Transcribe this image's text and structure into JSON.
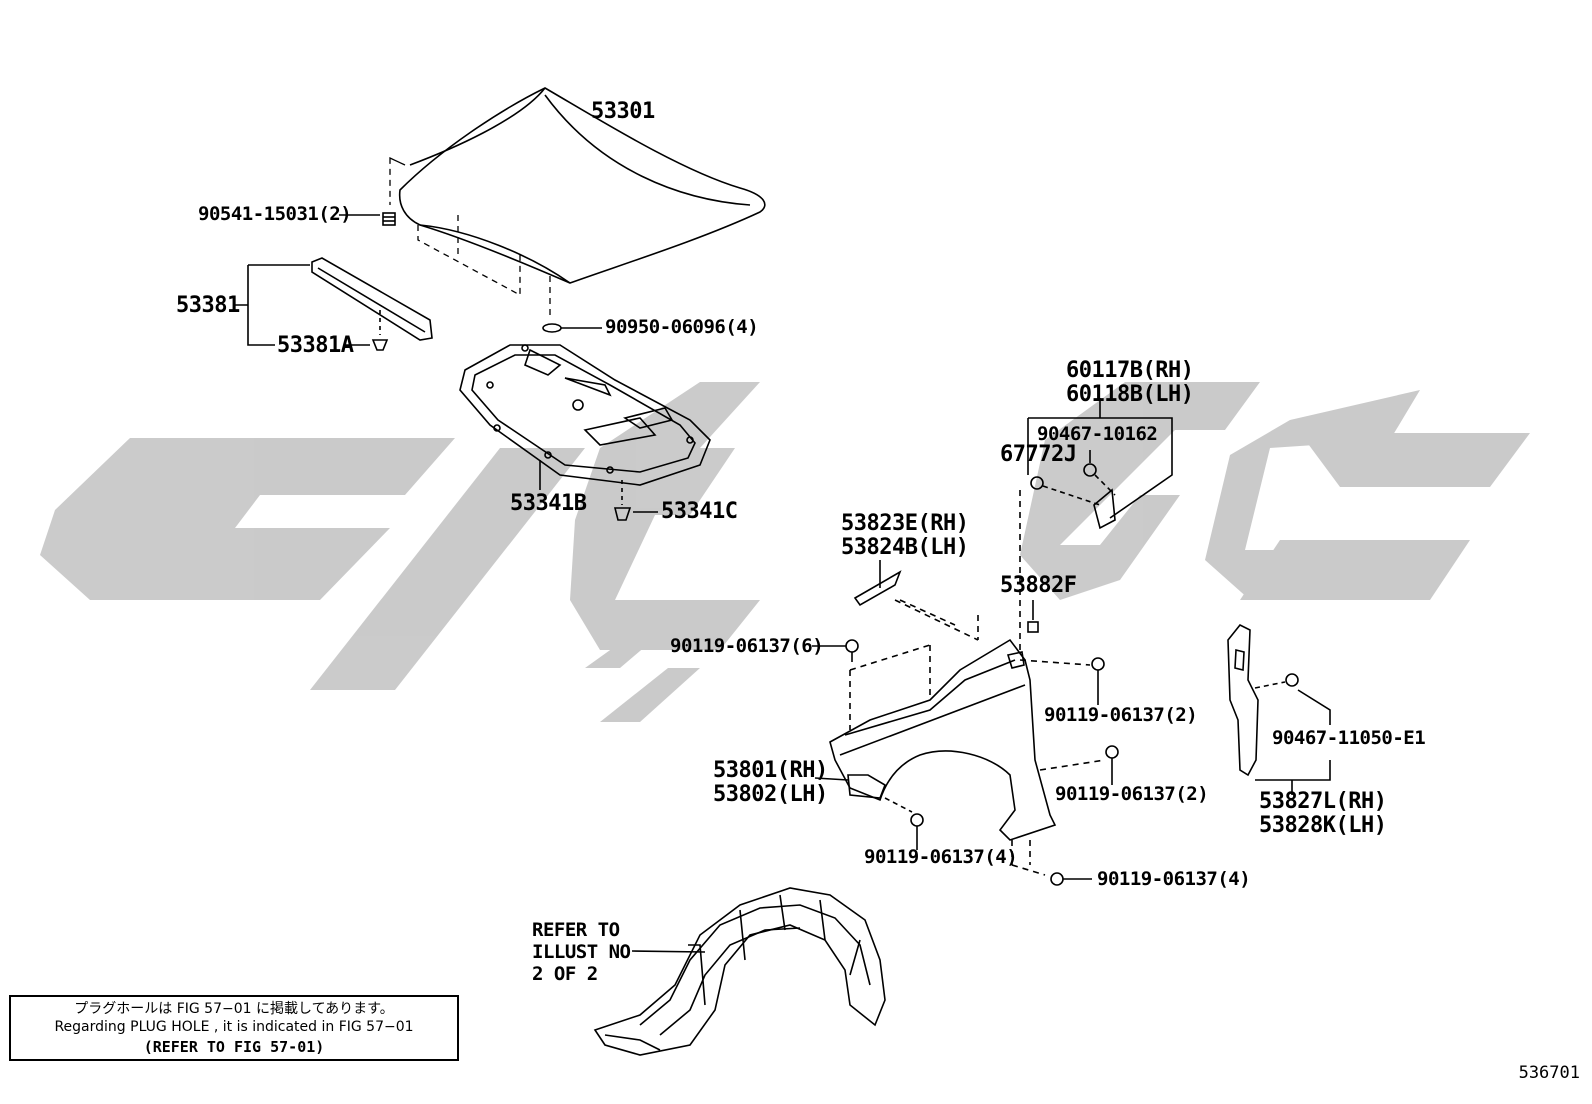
{
  "watermark": {
    "color": "#c8c8c8",
    "glyph_name": "brand-watermark"
  },
  "labels": {
    "hood": "53301",
    "hood_cushion": "90541-15031(2)",
    "hood_seal": "53381",
    "hood_seal_clip": "53381A",
    "plug_hole": "90950-06096(4)",
    "hood_insulator": "53341B",
    "insulator_clip": "53341C",
    "bracket_rh": "60117B(RH)",
    "bracket_lh": "60118B(LH)",
    "clip_90467_10162": "90467-10162",
    "nut_67772j": "67772J",
    "cover_rh": "53823E(RH)",
    "cover_lh": "53824B(LH)",
    "pad_53882f": "53882F",
    "bolt_top_6": "90119-06137(6)",
    "bolt_right_2a": "90119-06137(2)",
    "bolt_right_2b": "90119-06137(2)",
    "bolt_bottom_4a": "90119-06137(4)",
    "bolt_bottom_4b": "90119-06137(4)",
    "fender_rh": "53801(RH)",
    "fender_lh": "53802(LH)",
    "clip_90467_11050": "90467-11050-E1",
    "seal_rh": "53827L(RH)",
    "seal_lh": "53828K(LH)",
    "refer_line1": "REFER TO",
    "refer_line2": "ILLUST NO",
    "refer_line3": "2 OF 2"
  },
  "note": {
    "japanese": "プラグホールは FIG 57−01 に掲載してあります。",
    "english": "Regarding PLUG HOLE , it is indicated in FIG 57−01",
    "reference": "(REFER TO FIG 57-01)"
  },
  "figure_number": "536701"
}
